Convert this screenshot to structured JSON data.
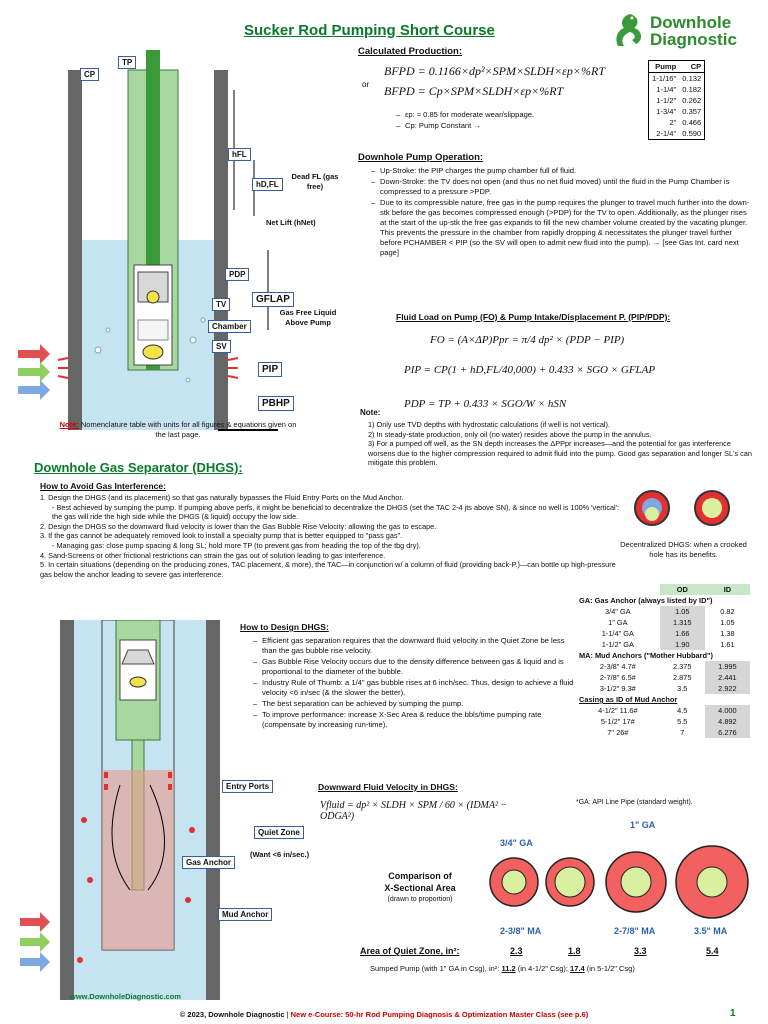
{
  "header": {
    "title": "Sucker Rod Pumping Short Course",
    "logo_line1": "Downhole",
    "logo_line2": "Diagnostic"
  },
  "production": {
    "heading": "Calculated Production:",
    "formula1": "BFPD = 0.1166×dp²×SPM×SLDH×εp×%RT",
    "or": "or",
    "formula2": "BFPD = Cp×SPM×SLDH×εp×%RT",
    "note1": "εp: ≈ 0.85 for moderate wear/slippage.",
    "note2": "Cp: Pump Constant →"
  },
  "pump_table": {
    "headers": [
      "Pump",
      "CP"
    ],
    "rows": [
      [
        "1-1/16\"",
        "0.132"
      ],
      [
        "1-1/4\"",
        "0.182"
      ],
      [
        "1-1/2\"",
        "0.262"
      ],
      [
        "1-3/4\"",
        "0.357"
      ],
      [
        "2\"",
        "0.466"
      ],
      [
        "2-1/4\"",
        "0.590"
      ]
    ]
  },
  "operation": {
    "heading": "Downhole Pump Operation:",
    "b1": "Up-Stroke: the PIP charges the pump chamber full of fluid.",
    "b2": "Down-Stroke: the TV does not open (and thus no net fluid moved) until the fluid in the Pump Chamber is compressed to a pressure >PDP.",
    "b3": "Due to its compressible nature, free gas in the pump requires the plunger to travel much further into the down-stk before the gas becomes compressed enough (>PDP) for the TV to open. Additionally, as the plunger rises at the start of the up-stk the free gas expands to fill the new chamber volume created by the vacating plunger. This prevents the pressure in the chamber from rapidly dropping & necessitates the plunger travel further before PCHAMBER < PIP (so the SV will open to admit new fluid into the pump). → [see Gas Int. card next page]"
  },
  "fluid_load": {
    "heading": "Fluid Load on Pump (FO) & Pump Intake/Displacement P. (PIP/PDP):",
    "f1": "FO = (A×ΔP)Ppr = π/4 dp² × (PDP − PIP)",
    "f2": "PIP = CP(1 + hD,FL/40,000) + 0.433 × SGO × GFLAP",
    "f3": "PDP = TP + 0.433 × SGO/W × hSN",
    "note_heading": "Note:",
    "n1": "1) Only use TVD depths with hydrostatic calculations (if well is not vertical).",
    "n2": "2) In steady-state production, only oil (no water) resides above the pump in the annulus.",
    "n3": "3) For a pumped off well, as the SN depth increases the ΔPPpr increases—and the potential for gas interference worsens due to the higher compression required to admit fluid into the pump. Good gas separation and longer SL's can mitigate this problem."
  },
  "diagram1": {
    "cp": "CP",
    "tp": "TP",
    "hfl": "hFL",
    "hdfl": "hD,FL",
    "dead_fl": "Dead FL (gas free)",
    "net_lift": "Net Lift (hNet)",
    "pdp": "PDP",
    "tv": "TV",
    "gflap": "GFLAP",
    "gas_free": "Gas Free Liquid Above Pump",
    "chamber": "Chamber",
    "sv": "SV",
    "pip": "PIP",
    "pbhp": "PBHP"
  },
  "nomenclature": {
    "note": "Note:",
    "text": "Nomenclature table with units for all figures & equations given on the last page."
  },
  "dhgs": {
    "heading": "Downhole Gas Separator (DHGS):",
    "avoid_heading": "How to Avoid Gas Interference:",
    "a1": "1. Design the DHGS (and its placement) so that gas naturally bypasses the Fluid Entry Ports on the Mud Anchor.",
    "a1s": "- Best achieved by sumping the pump. If pumping above perfs, it might be beneficial to decentralize the DHGS (set the TAC 2-4 jts above SN), & since no well is 100% 'vertical': the gas will ride the high side while the DHGS (& liquid) occupy the low side.",
    "a2": "2. Design the DHGS so the downward fluid velocity is lower than the Gas Bubble Rise Velocity: allowing the gas to escape.",
    "a3": "3. If the gas cannot be adequately removed look to install a specialty pump that is better equipped to \"pass gas\".",
    "a3s": "- Managing gas: close pump spacing & long SL; hold more TP (to prevent gas from heading the top of the tbg dry).",
    "a4": "4. Sand-Screens or other frictional restrictions can strain the gas out of solution leading to gas interference.",
    "a5": "5. In certain situations (depending on the producing zones, TAC placement, & more), the TAC—in conjunction w/ a column of fluid (providing back-P.)—can bottle up high-pressure gas below the anchor leading to severe gas interference.",
    "decentral": "Decentralized DHGS: when a crooked hole has its benefits."
  },
  "design": {
    "heading": "How to Design DHGS:",
    "d1": "Efficient gas separation requires that the downward fluid velocity in the Quiet Zone be less than the gas bubble rise velocity.",
    "d2": "Gas Bubble Rise Velocity occurs due to the density difference between gas & liquid and is proportional to the diameter of the bubble.",
    "d3": "Industry Rule of Thumb: a 1/4\" gas bubble rises at 6 inch/sec. Thus, design to achieve a fluid velocity <6 in/sec (& the slower the better).",
    "d4": "The best separation can be achieved by sumping the pump.",
    "d5": "To improve performance: increase X-Sec Area & reduce the bbls/time pumping rate (compensate by increasing run-time).",
    "vel_heading": "Downward Fluid Velocity in DHGS:",
    "vel_formula": "Vfluid = dp² × SLDH × SPM / 60 × (IDMA² − ODGA²)"
  },
  "ga_table": {
    "cols": [
      "OD",
      "ID"
    ],
    "ga_heading": "GA: Gas Anchor (always listed by ID\")",
    "ga_rows": [
      [
        "3/4\" GA",
        "1.05",
        "0.82"
      ],
      [
        "1\" GA",
        "1.315",
        "1.05"
      ],
      [
        "1-1/4\" GA",
        "1.66",
        "1.38"
      ],
      [
        "1-1/2\" GA",
        "1.90",
        "1.61"
      ]
    ],
    "ma_heading": "MA: Mud Anchors (\"Mother Hubbard\")",
    "ma_rows": [
      [
        "2-3/8\" 4.7#",
        "2.375",
        "1.995"
      ],
      [
        "2-7/8\" 6.5#",
        "2.875",
        "2.441"
      ],
      [
        "3-1/2\" 9.3#",
        "3.5",
        "2.922"
      ]
    ],
    "csg_heading": "Casing as ID of Mud Anchor",
    "csg_rows": [
      [
        "4-1/2\" 11.6#",
        "4.5",
        "4.000"
      ],
      [
        "5-1/2\" 17#",
        "5.5",
        "4.892"
      ],
      [
        "7\" 26#",
        "7",
        "6.276"
      ]
    ],
    "footnote": "*GA: API Line Pipe (standard weight)."
  },
  "diagram2": {
    "entry_ports": "Entry Ports",
    "quiet_zone": "Quiet Zone",
    "want": "(Want <6 in/sec.)",
    "gas_anchor": "Gas Anchor",
    "mud_anchor": "Mud Anchor",
    "website": "www.DownholeDiagnostic.com"
  },
  "comparison": {
    "title1": "Comparison of",
    "title2": "X-Sectional Area",
    "sub": "(drawn to proportion)",
    "ga34": "3/4\" GA",
    "ga1": "1\" GA",
    "ma1": "2-3/8\" MA",
    "ma2": "2-7/8\" MA",
    "ma3": "3.5\" MA",
    "area_label": "Area of Quiet Zone, in²:",
    "areas": [
      "2.3",
      "1.8",
      "3.3",
      "5.4"
    ],
    "sumped": "Sumped Pump (with 1\" GA in Csg), in²:",
    "sumped_v1": "11.2",
    "sumped_t1": "(in 4-1/2\" Csg);",
    "sumped_v2": "17.4",
    "sumped_t2": "(in 5-1/2\" Csg)"
  },
  "footer": {
    "copyright": "© 2023, Downhole Diagnostic",
    "sep": " | ",
    "promo": "New e-Course: 50-hr Rod Pumping Diagnosis & Optimization Master Class (see p.6)",
    "page": "1"
  },
  "colors": {
    "green": "#0a7a2a",
    "red": "#e53030",
    "fluid": "#c6e3f2",
    "tubing": "#a8d8a0",
    "casing": "#555555"
  }
}
